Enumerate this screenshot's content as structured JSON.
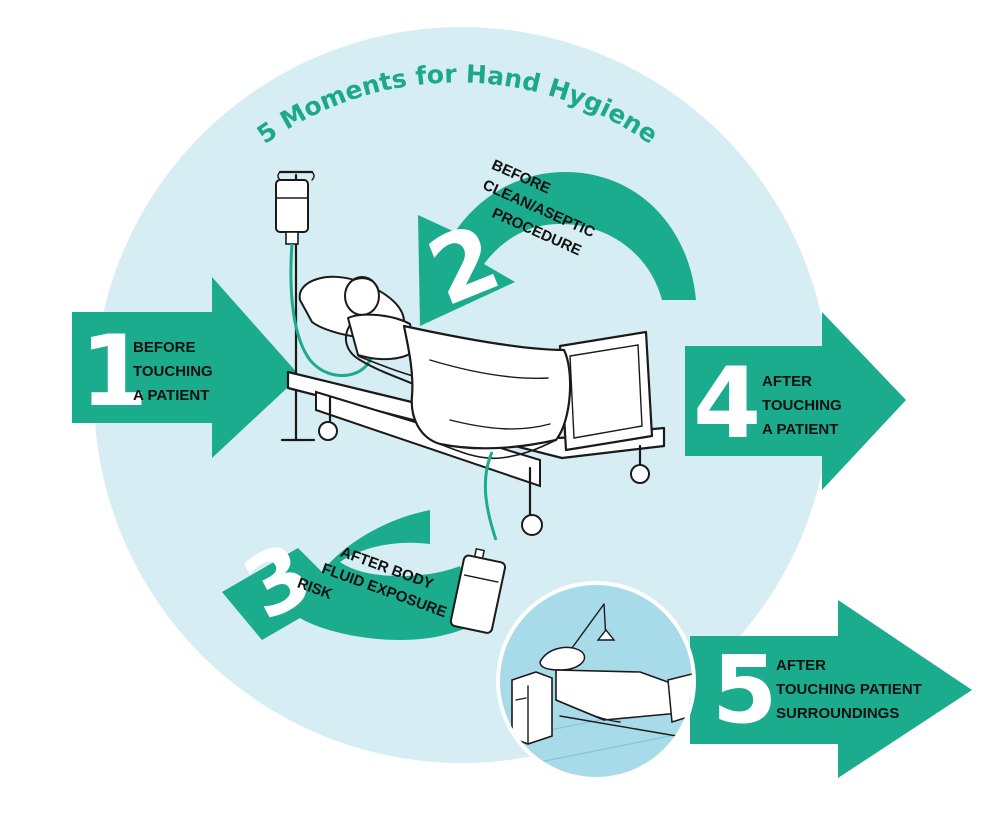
{
  "title": "5 Moments for Hand Hygiene",
  "colors": {
    "teal": "#1bab8d",
    "title_teal": "#1ca98a",
    "circle_bg": "#d6edf3",
    "room_bg": "#a8dbe9"
  },
  "moments": [
    {
      "number": "1",
      "lines": [
        "BEFORE",
        "TOUCHING",
        "A PATIENT"
      ]
    },
    {
      "number": "2",
      "lines": [
        "BEFORE",
        "CLEAN/ASEPTIC",
        "PROCEDURE"
      ]
    },
    {
      "number": "3",
      "lines": [
        "AFTER BODY",
        "FLUID EXPOSURE",
        "RISK"
      ]
    },
    {
      "number": "4",
      "lines": [
        "AFTER",
        "TOUCHING",
        "A PATIENT"
      ]
    },
    {
      "number": "5",
      "lines": [
        "AFTER",
        "TOUCHING PATIENT",
        "SURROUNDINGS"
      ]
    }
  ]
}
